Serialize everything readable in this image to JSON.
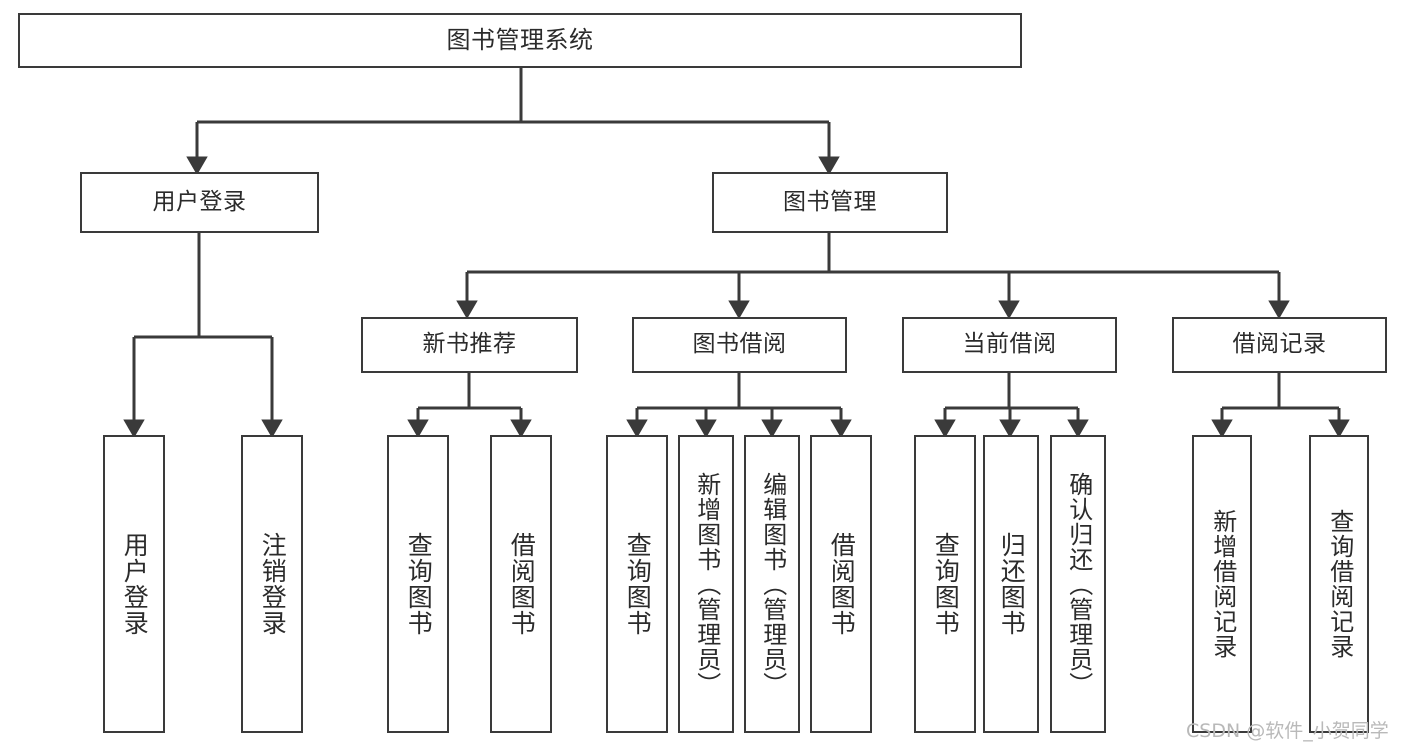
{
  "diagram": {
    "title": "图书管理系统",
    "type": "hierarchy-tree",
    "watermark": "CSDN @软件_小贺同学",
    "colors": {
      "stroke": "#3a3a3a",
      "text": "#2b2b2b",
      "background": "#ffffff",
      "watermark": "#b9b9b9"
    }
  },
  "nodes": {
    "root": {
      "label": "图书管理系统"
    },
    "level2": [
      {
        "id": "user-login",
        "label": "用户登录"
      },
      {
        "id": "book-management",
        "label": "图书管理"
      }
    ],
    "level3": [
      {
        "id": "new-book-recommend",
        "label": "新书推荐"
      },
      {
        "id": "book-borrow",
        "label": "图书借阅"
      },
      {
        "id": "current-borrow",
        "label": "当前借阅"
      },
      {
        "id": "borrow-record",
        "label": "借阅记录"
      }
    ],
    "leaves": {
      "user_login": [
        {
          "id": "leaf-user-login",
          "label": "用户登录"
        },
        {
          "id": "leaf-user-logout",
          "label": "注销登录"
        }
      ],
      "new_book_recommend": [
        {
          "id": "leaf-query-book-1",
          "label": "查询图书"
        },
        {
          "id": "leaf-borrow-book-1",
          "label": "借阅图书"
        }
      ],
      "book_borrow": [
        {
          "id": "leaf-query-book-2",
          "label": "查询图书"
        },
        {
          "id": "leaf-add-book",
          "label": "新增图书（管理员）"
        },
        {
          "id": "leaf-edit-book",
          "label": "编辑图书（管理员）"
        },
        {
          "id": "leaf-borrow-book-2",
          "label": "借阅图书"
        }
      ],
      "current_borrow": [
        {
          "id": "leaf-query-book-3",
          "label": "查询图书"
        },
        {
          "id": "leaf-return-book",
          "label": "归还图书"
        },
        {
          "id": "leaf-confirm-return",
          "label": "确认归还（管理员）"
        }
      ],
      "borrow_record": [
        {
          "id": "leaf-add-record",
          "label": "新增借阅记录"
        },
        {
          "id": "leaf-query-record",
          "label": "查询借阅记录"
        }
      ]
    }
  }
}
